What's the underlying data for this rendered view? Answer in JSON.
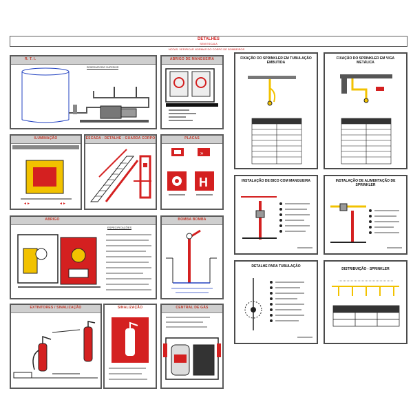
{
  "header": {
    "title": "DETALHES",
    "subtitle": "SEM ESCALA"
  },
  "legend_strip": "NOTAS: VERIFICAR NORMAS DO CORPO DE BOMBEIROS",
  "panels": {
    "p1": "R. T. I.",
    "p1_note": "RESERVATORIO SUPERIOR",
    "p2": "ABRIGO DE MANGUEIRA",
    "p3": "ILUMINAÇÃO",
    "p4": "ESCADA - DETALHE - GUARDA CORPO",
    "p5": "PLACAS",
    "p6": "ABRIGO",
    "p6_notes": "ESPECIFICAÇÕES",
    "p7": "BOMBA BOMBA",
    "p8": "EXTINTORES / SINALIZAÇÃO",
    "p8_b": "SINALIZAÇÃO",
    "p9": "CENTRAL DE GÁS",
    "r1": "FIXAÇÃO DO SPRINKLER EM TUBULAÇÃO EMBUTIDA",
    "r2": "FIXAÇÃO DO SPRINKLER EM VIGA METÁLICA",
    "r3": "INSTALAÇÃO DE BICO COM MANGUEIRA",
    "r4": "INSTALAÇÃO DE ALIMENTAÇÃO DE SPRINKLER",
    "r5": "DETALHE PARA TUBULAÇÃO",
    "r6": "DISTRIBUIÇÃO - SPRINKLER"
  },
  "colors": {
    "red": "#d42020",
    "yellow": "#f2c200",
    "grey": "#cfcfcf",
    "black": "#111111"
  }
}
